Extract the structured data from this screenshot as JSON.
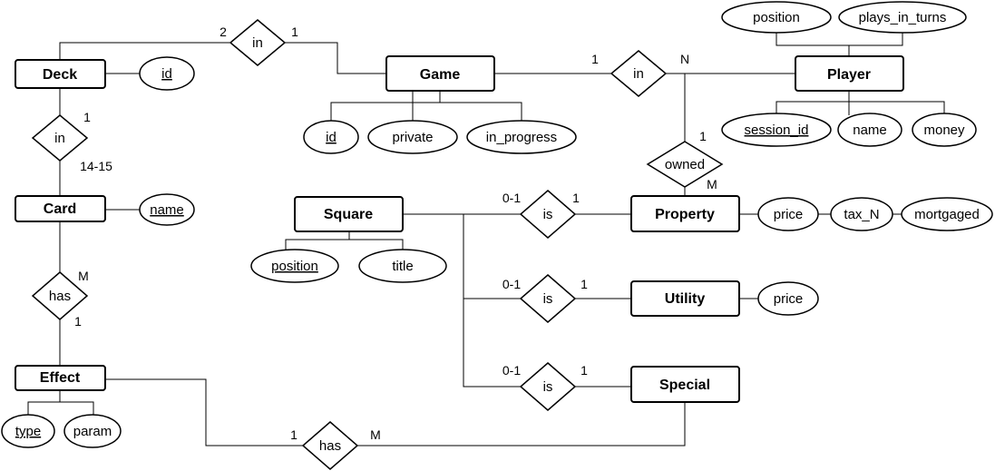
{
  "entities": {
    "deck": "Deck",
    "game": "Game",
    "player": "Player",
    "card": "Card",
    "square": "Square",
    "property": "Property",
    "utility": "Utility",
    "special": "Special",
    "effect": "Effect"
  },
  "attributes": {
    "deck_id": "id",
    "game_id": "id",
    "game_private": "private",
    "game_in_progress": "in_progress",
    "player_position": "position",
    "player_plays_in_turns": "plays_in_turns",
    "player_session_id": "session_id",
    "player_name": "name",
    "player_money": "money",
    "card_name": "name",
    "square_position": "position",
    "square_title": "title",
    "property_price": "price",
    "property_tax_n": "tax_N",
    "property_mortgaged": "mortgaged",
    "utility_price": "price",
    "effect_type": "type",
    "effect_param": "param"
  },
  "relationships": {
    "deck_in_game": "in",
    "game_in_player": "in",
    "card_in_deck": "in",
    "owned": "owned",
    "property_is": "is",
    "utility_is": "is",
    "special_is": "is",
    "card_has_effect": "has",
    "effect_has_special": "has"
  },
  "cardinalities": {
    "deck_in_game_deck": "2",
    "deck_in_game_game": "1",
    "game_in_player_game": "1",
    "game_in_player_player": "N",
    "card_in_deck_deck": "1",
    "card_in_deck_card": "14-15",
    "owned_player": "1",
    "owned_property": "M",
    "property_is_square": "0-1",
    "property_is_property": "1",
    "utility_is_square": "0-1",
    "utility_is_utility": "1",
    "special_is_square": "0-1",
    "special_is_special": "1",
    "card_has_effect_card": "M",
    "card_has_effect_effect": "1",
    "effect_has_special_effect": "1",
    "effect_has_special_special": "M"
  }
}
